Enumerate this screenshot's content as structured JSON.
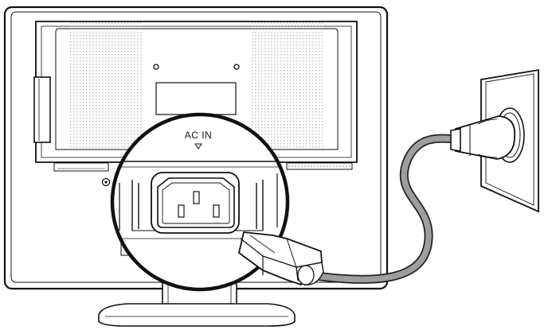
{
  "diagram": {
    "label_ac_in": "AC IN",
    "colors": {
      "outline": "#111111",
      "vent": "#c9c9c9",
      "cable": "#9e9e9e",
      "cable_edge": "#222222",
      "fill": "#ffffff"
    },
    "parts": [
      "monitor-rear",
      "stand",
      "ac-in-magnified-view",
      "power-cord",
      "wall-outlet"
    ]
  }
}
